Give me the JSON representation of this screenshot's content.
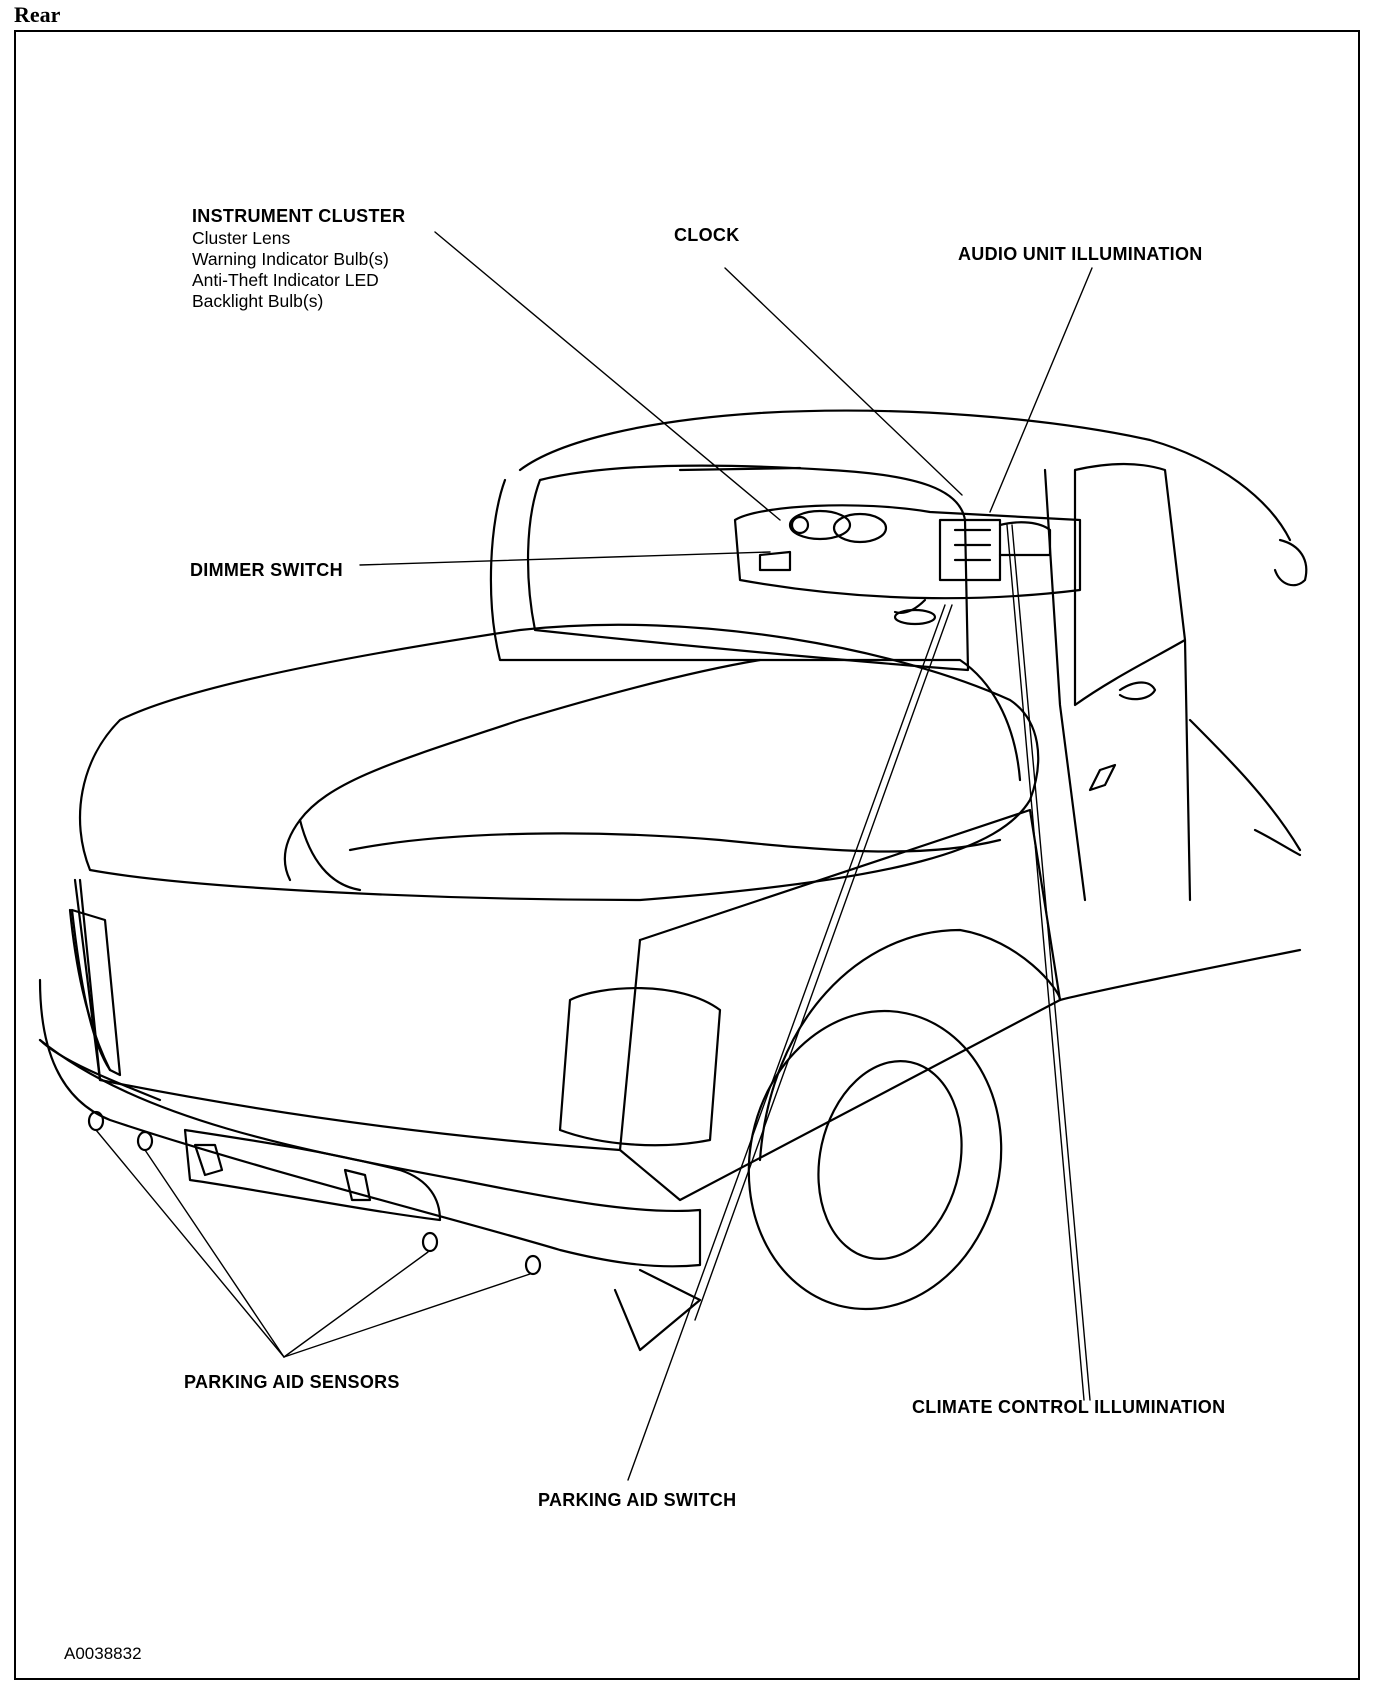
{
  "heading": "Rear",
  "labels": {
    "instrument_cluster": {
      "title": "INSTRUMENT CLUSTER",
      "items": [
        "Cluster Lens",
        "Warning Indicator Bulb(s)",
        "Anti-Theft Indicator LED",
        "Backlight Bulb(s)"
      ]
    },
    "clock": "CLOCK",
    "audio_unit_illumination": "AUDIO UNIT ILLUMINATION",
    "dimmer_switch": "DIMMER SWITCH",
    "parking_aid_sensors": "PARKING AID SENSORS",
    "climate_control_illumination": "CLIMATE CONTROL ILLUMINATION",
    "parking_aid_switch": "PARKING AID SWITCH"
  },
  "figure_id": "A0038832"
}
